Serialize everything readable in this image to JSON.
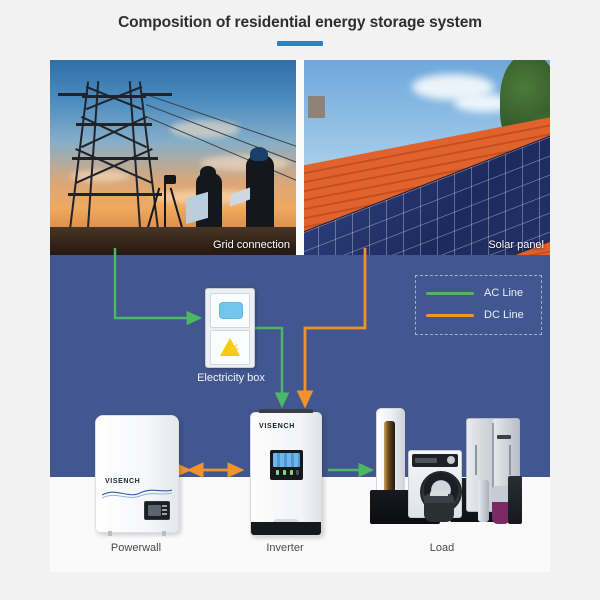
{
  "page": {
    "title": "Composition of residential energy storage system",
    "accent_color": "#2f7fd1",
    "panel_color": "#42578f",
    "background_color": "#f2f2f2"
  },
  "photos": [
    {
      "id": "grid-connection",
      "caption": "Grid connection"
    },
    {
      "id": "solar-panel",
      "caption": "Solar panel"
    }
  ],
  "legend": {
    "items": [
      {
        "label": "AC Line",
        "color": "#4cb863"
      },
      {
        "label": "DC Line",
        "color": "#f0932b"
      }
    ]
  },
  "diagram": {
    "electricity_box": {
      "label": "Electricity box",
      "meter_color": "#72c6ee",
      "warning_color": "#f5cc0f",
      "bolt": "⚡"
    },
    "devices": [
      {
        "id": "powerwall",
        "label": "Powerwall",
        "brand": "VISENCH"
      },
      {
        "id": "inverter",
        "label": "Inverter",
        "brand": "VISENCH"
      },
      {
        "id": "load",
        "label": "Load"
      }
    ],
    "connections": [
      {
        "from": "grid-connection",
        "to": "electricity-box",
        "type": "AC Line",
        "color": "#4cb863",
        "arrow": "single"
      },
      {
        "from": "electricity-box",
        "to": "inverter",
        "type": "AC Line",
        "color": "#4cb863",
        "arrow": "single"
      },
      {
        "from": "solar-panel",
        "to": "inverter",
        "type": "DC Line",
        "color": "#f0932b",
        "arrow": "single"
      },
      {
        "from": "powerwall",
        "to": "inverter",
        "type": "DC Line",
        "color": "#f0932b",
        "arrow": "double"
      },
      {
        "from": "inverter",
        "to": "load",
        "type": "AC Line",
        "color": "#4cb863",
        "arrow": "single"
      }
    ]
  }
}
